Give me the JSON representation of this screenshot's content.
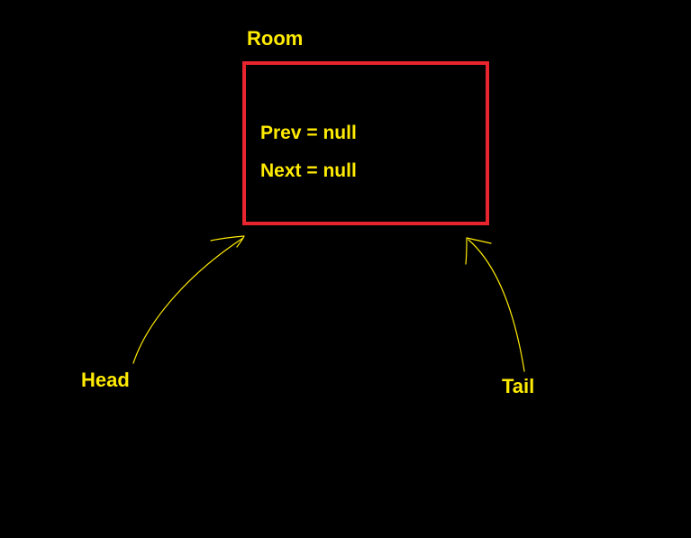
{
  "diagram": {
    "node": {
      "title": "Room",
      "fields": [
        {
          "text": "Prev = null"
        },
        {
          "text": "Next = null"
        }
      ]
    },
    "pointers": {
      "head": "Head",
      "tail": "Tail"
    },
    "colors": {
      "background": "#000000",
      "text": "#ffeb00",
      "node_border": "#e8252f",
      "arrows": "#ffeb00"
    }
  }
}
